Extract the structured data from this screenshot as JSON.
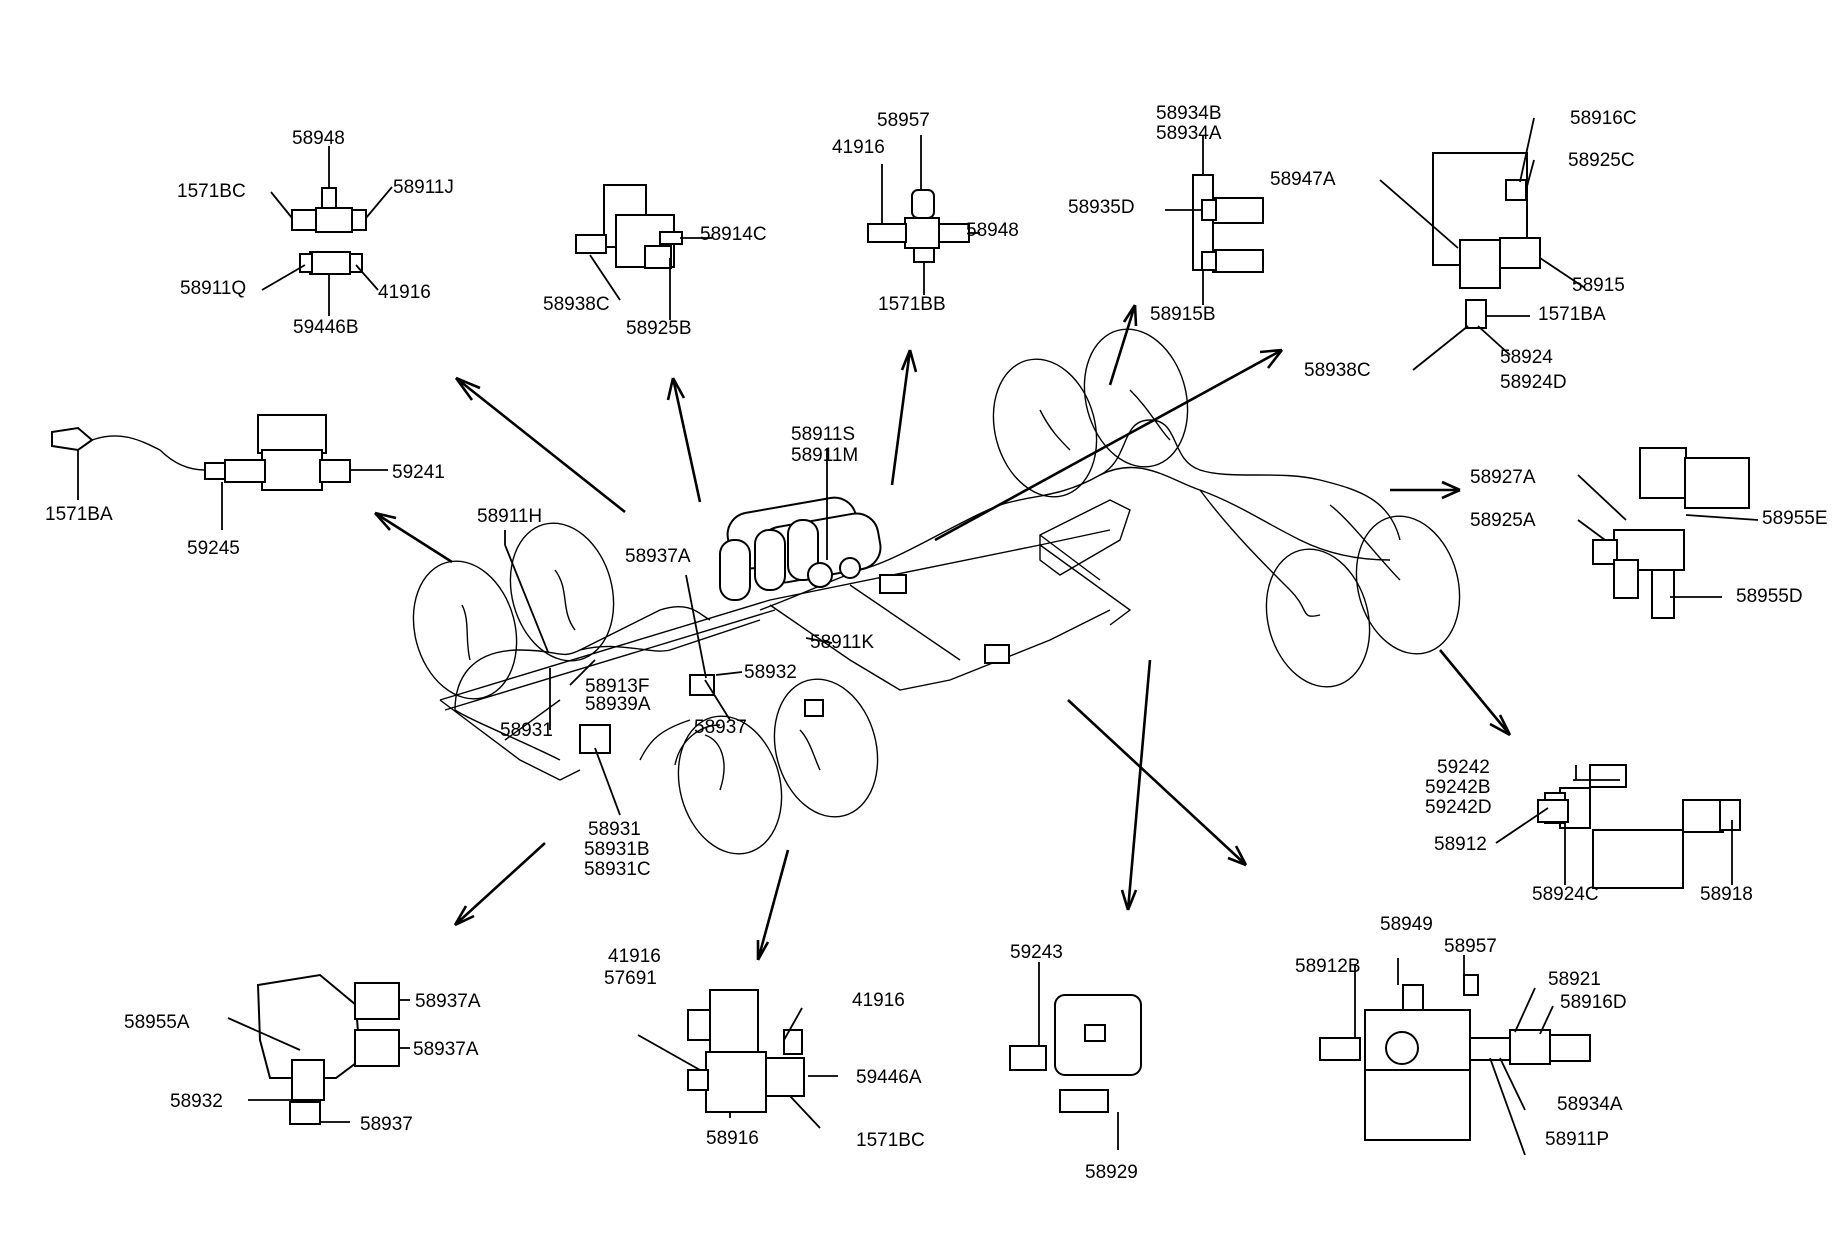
{
  "labels": {
    "l_58948_a": "58948",
    "l_1571bc_a": "1571BC",
    "l_58911j": "58911J",
    "l_58911q": "58911Q",
    "l_41916_a": "41916",
    "l_59446b": "59446B",
    "l_58914c": "58914C",
    "l_58938c_a": "58938C",
    "l_58925b": "58925B",
    "l_58957_a": "58957",
    "l_41916_b": "41916",
    "l_58948_b": "58948",
    "l_1571bb": "1571BB",
    "l_58934b": "58934B",
    "l_58934a_a": "58934A",
    "l_58935d": "58935D",
    "l_58915b": "58915B",
    "l_58916c": "58916C",
    "l_58925c": "58925C",
    "l_58947a": "58947A",
    "l_58915": "58915",
    "l_1571ba_a": "1571BA",
    "l_58924": "58924",
    "l_58924d": "58924D",
    "l_58938c_b": "58938C",
    "l_59241": "59241",
    "l_1571ba_b": "1571BA",
    "l_59245": "59245",
    "l_58911s": "58911S",
    "l_58911m": "58911M",
    "l_58911h": "58911H",
    "l_58937a_a": "58937A",
    "l_58911k": "58911K",
    "l_58932_a": "58932",
    "l_58913f": "58913F",
    "l_58939a": "58939A",
    "l_58931_a": "58931",
    "l_58937_a": "58937",
    "l_58931_b": "58931",
    "l_58931b": "58931B",
    "l_58931c": "58931C",
    "l_58927a": "58927A",
    "l_58925a": "58925A",
    "l_58955e": "58955E",
    "l_58955d": "58955D",
    "l_59242": "59242",
    "l_59242b": "59242B",
    "l_59242d": "59242D",
    "l_58912": "58912",
    "l_58924c": "58924C",
    "l_58918": "58918",
    "l_58955a": "58955A",
    "l_58937a_b": "58937A",
    "l_58937a_c": "58937A",
    "l_58932_b": "58932",
    "l_58937_b": "58937",
    "l_41916_c": "41916",
    "l_57691": "57691",
    "l_41916_d": "41916",
    "l_59446a": "59446A",
    "l_58916": "58916",
    "l_1571bc_b": "1571BC",
    "l_59243": "59243",
    "l_58929": "58929",
    "l_58949": "58949",
    "l_58912b": "58912B",
    "l_58957_b": "58957",
    "l_58921": "58921",
    "l_58916d": "58916D",
    "l_58934a_b": "58934A",
    "l_58911p": "58911P"
  }
}
